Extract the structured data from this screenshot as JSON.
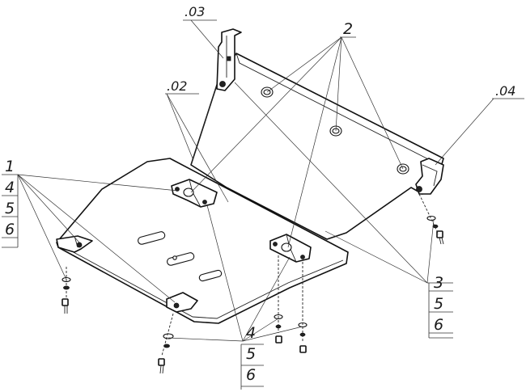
{
  "callouts": {
    "part_03": ".03",
    "part_02": ".02",
    "part_04": ".04",
    "item_2": "2",
    "left_stack": [
      "1",
      "4",
      "5",
      "6"
    ],
    "right_stack": [
      "3",
      "5",
      "6"
    ],
    "bottom_stack": [
      "4",
      "5",
      "6"
    ]
  }
}
